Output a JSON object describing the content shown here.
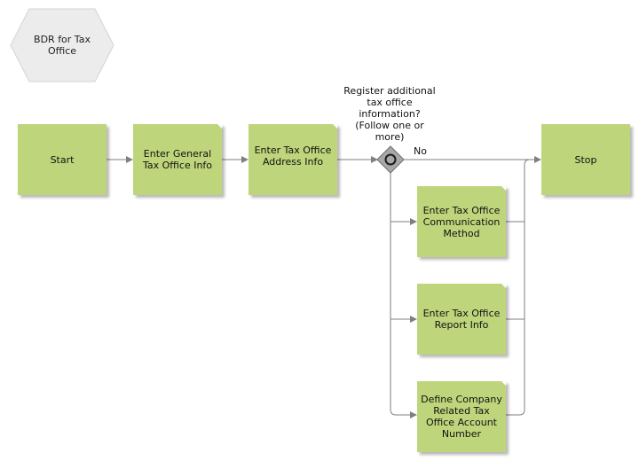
{
  "diagram": {
    "shape_fill": "#bfd57b",
    "shadow_color": "#bbbbbb",
    "line_color": "#7f7f7f",
    "process_name": "BDR for Tax\nOffice",
    "steps": {
      "start": "Start",
      "general_info": "Enter General\nTax Office Info",
      "address_info": "Enter Tax Office\nAddress Info",
      "stop": "Stop",
      "communication_method": "Enter Tax Office\nCommunication\nMethod",
      "report_info": "Enter Tax Office\nReport Info",
      "account_number": "Define Company\nRelated Tax\nOffice Account\nNumber"
    },
    "gateway": {
      "question": "Register additional\ntax office\ninformation?\n(Follow one or\nmore)",
      "no_label": "No"
    }
  }
}
